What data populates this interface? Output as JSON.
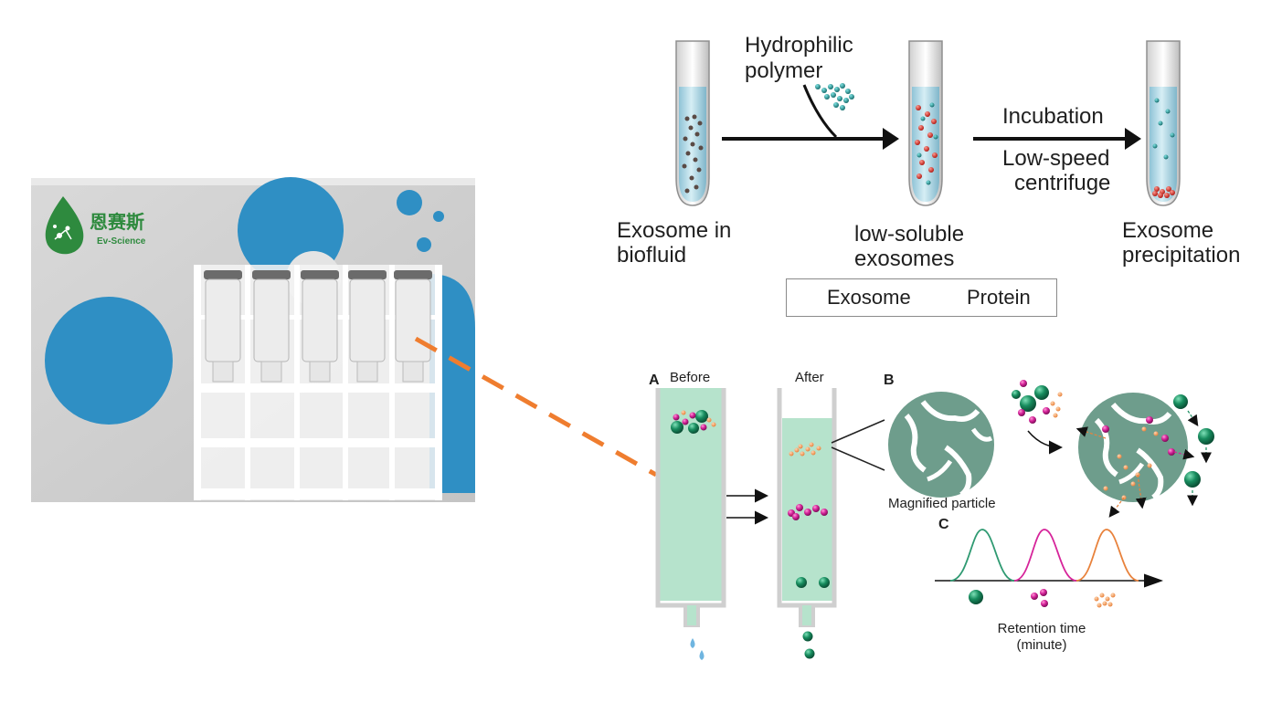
{
  "product_photo": {
    "brand_cn": "恩赛斯",
    "brand_en": "Ev-Science"
  },
  "precipitation_diagram": {
    "reagent_label": [
      "Hydrophilic",
      "polymer"
    ],
    "step2_top": "Incubation",
    "step2_bottom": [
      "Low-speed",
      "centrifuge"
    ],
    "tube1_caption": [
      "Exosome in",
      "biofluid"
    ],
    "tube2_caption": [
      "low-soluble",
      "exosomes"
    ],
    "tube3_caption": [
      "Exosome",
      "precipitation"
    ],
    "legend": {
      "exosome": "Exosome",
      "protein": "Protein"
    }
  },
  "sec_diagram": {
    "panel_a": "A",
    "panel_b": "B",
    "panel_c": "C",
    "before": "Before",
    "after": "After",
    "magnified": "Magnified particle",
    "xlabel_line1": "Retention time",
    "xlabel_line2": "(minute)"
  },
  "colors": {
    "tube_liquid": "#bfe0ea",
    "exosome_red": "#d9302a",
    "teal_particle": "#1f8f8f",
    "column_fill": "#b6e3cc",
    "dark_green": "#178c5e",
    "magenta": "#d6249a",
    "orange_peak": "#e8823c",
    "connector": "#ef7d2f",
    "box_blue": "#2f8fc4"
  }
}
